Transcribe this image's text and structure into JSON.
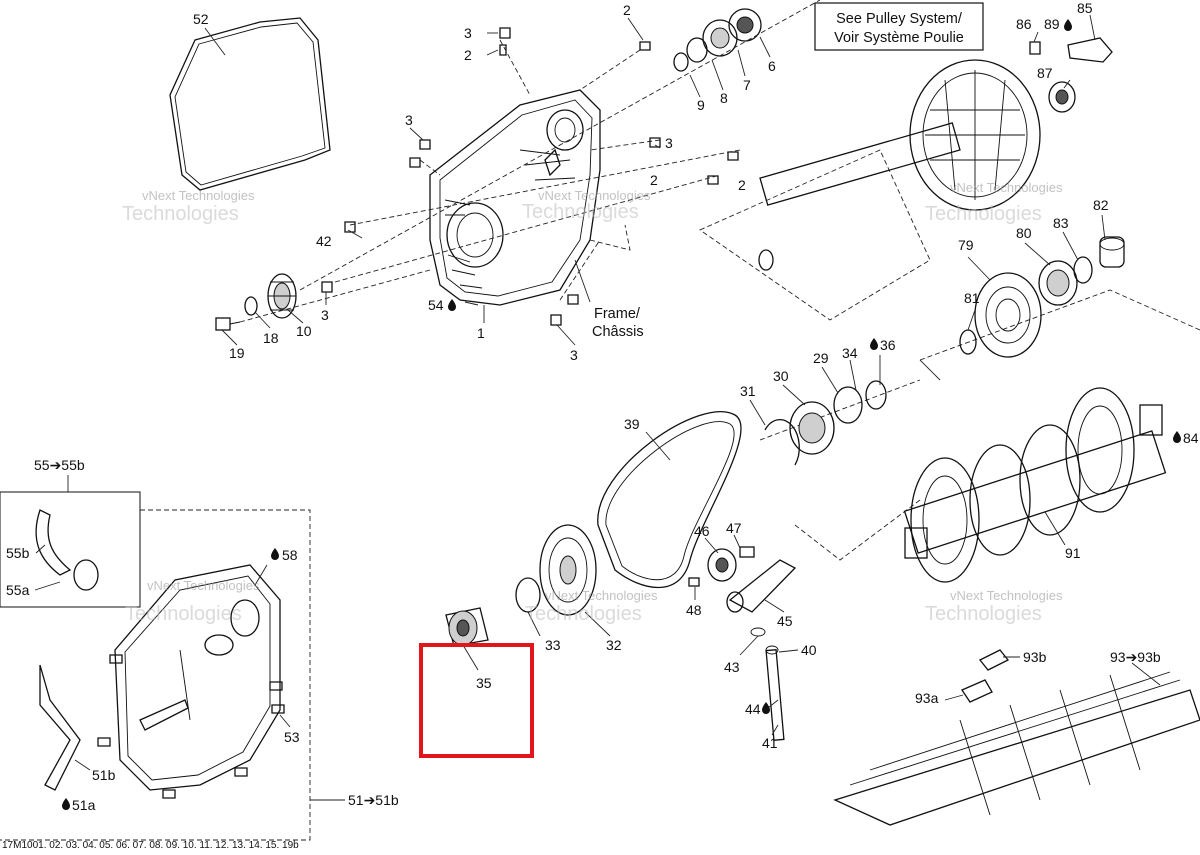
{
  "diagram": {
    "callouts": {
      "pulley": [
        "See Pulley System/",
        "Voir Système Poulie"
      ],
      "frame": [
        "Frame/",
        "Châssis"
      ]
    },
    "labels": {
      "p52": "52",
      "p2a": "2",
      "p3a": "3",
      "p2b": "2",
      "p9": "9",
      "p8": "8",
      "p7": "7",
      "p6": "6",
      "p86": "86",
      "p89": "89",
      "p85": "85",
      "p87": "87",
      "p3b": "3",
      "p3c": "3",
      "p2c": "2",
      "p2d": "2",
      "p42": "42",
      "p54": "54",
      "p1": "1",
      "p3d": "3",
      "p3e": "3",
      "p19": "19",
      "p18": "18",
      "p10": "10",
      "p82": "82",
      "p83": "83",
      "p80": "80",
      "p79": "79",
      "p81": "81",
      "p36": "36",
      "p34": "34",
      "p29": "29",
      "p30": "30",
      "p31": "31",
      "p39": "39",
      "p84": "84",
      "p55": "55➔55b",
      "p55b": "55b",
      "p55a": "55a",
      "p58": "58",
      "p47": "47",
      "p46": "46",
      "p48": "48",
      "p45": "45",
      "p33": "33",
      "p32": "32",
      "p35": "35",
      "p91": "91",
      "p40": "40",
      "p43": "43",
      "p44": "44",
      "p41": "41",
      "p93b": "93b",
      "p93": "93➔93b",
      "p93a": "93a",
      "p53": "53",
      "p51b": "51b",
      "p51a": "51a",
      "p51": "51➔51b"
    },
    "watermark": [
      "vNext Technologies",
      "Technologies"
    ],
    "footer": "17M1001. 02. 03. 04. 05. 06. 07. 08. 09. 10. 11. 12. 13. 14. 15. 19b"
  },
  "highlight": {
    "color": "#e0161b"
  }
}
